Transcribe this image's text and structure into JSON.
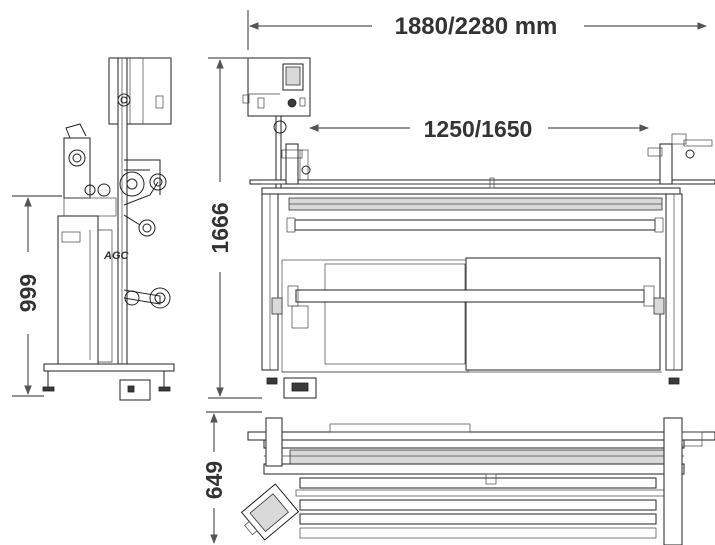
{
  "dimensions": {
    "overall_width": "1880/2280 mm",
    "roll_width": "1250/1650",
    "front_height": "1666",
    "side_height": "999",
    "top_depth": "649"
  },
  "logo_text": "AGC",
  "colors": {
    "line": "#222222",
    "text": "#333333",
    "dimension_line": "#555555",
    "background": "#ffffff"
  }
}
